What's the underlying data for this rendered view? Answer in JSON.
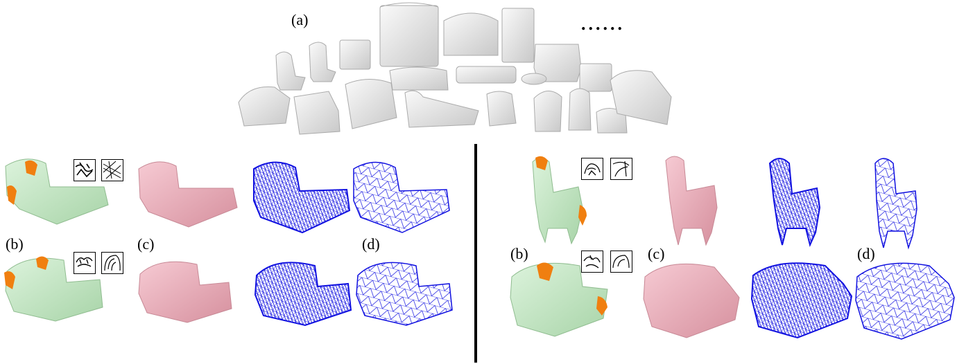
{
  "labels": {
    "a": "(a)",
    "b_left": "(b)",
    "c_left": "(c)",
    "d_left": "(d)",
    "b_right": "(b)",
    "c_right": "(c)",
    "d_right": "(d)",
    "ellipsis": "......"
  },
  "colors": {
    "gray_model": "#e6e6e6",
    "green_model": "#c9ebc9",
    "orange_patch": "#f07f10",
    "pink_model": "#efb0bd",
    "blue_mesh": "#1010e0"
  }
}
